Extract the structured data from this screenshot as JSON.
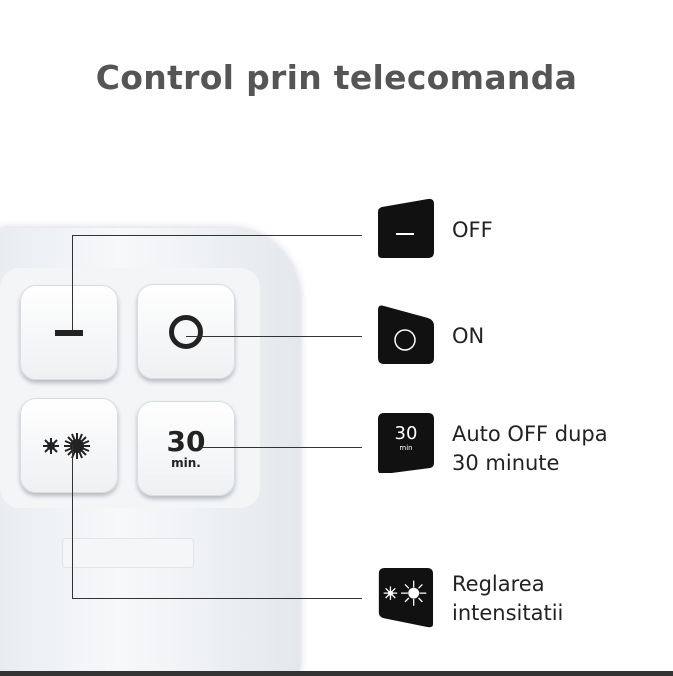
{
  "title": "Control prin telecomanda",
  "remote": {
    "timer_number": "30",
    "timer_unit": "min."
  },
  "features": [
    {
      "label": "OFF",
      "icon": "off-dash-icon"
    },
    {
      "label": "ON",
      "icon": "on-circle-icon"
    },
    {
      "label_line1": "Auto OFF dupa",
      "label_line2": "30 minute",
      "icon": "timer-30-icon",
      "icon_number": "30",
      "icon_unit": "min"
    },
    {
      "label_line1": "Reglarea",
      "label_line2": "intensitatii",
      "icon": "brightness-icon"
    }
  ]
}
